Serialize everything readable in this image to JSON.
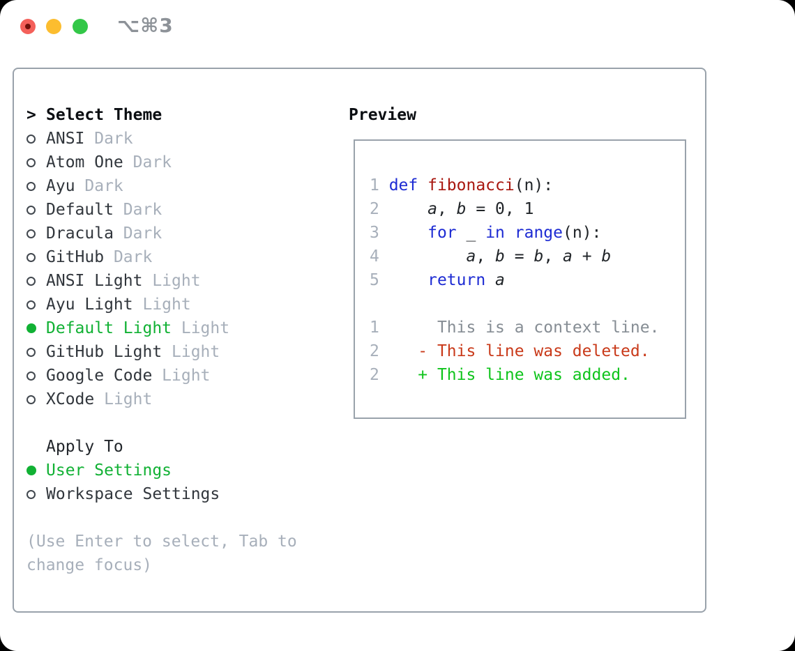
{
  "window": {
    "titlebar": {
      "shortcut_label": "⌥⌘3"
    }
  },
  "theme_list": {
    "header_marker": ">",
    "header": "Select Theme",
    "items": [
      {
        "name": "ANSI",
        "variant": "Dark",
        "selected": false
      },
      {
        "name": "Atom One",
        "variant": "Dark",
        "selected": false
      },
      {
        "name": "Ayu",
        "variant": "Dark",
        "selected": false
      },
      {
        "name": "Default",
        "variant": "Dark",
        "selected": false
      },
      {
        "name": "Dracula",
        "variant": "Dark",
        "selected": false
      },
      {
        "name": "GitHub",
        "variant": "Dark",
        "selected": false
      },
      {
        "name": "ANSI Light",
        "variant": "Light",
        "selected": false
      },
      {
        "name": "Ayu Light",
        "variant": "Light",
        "selected": false
      },
      {
        "name": "Default Light",
        "variant": "Light",
        "selected": true
      },
      {
        "name": "GitHub Light",
        "variant": "Light",
        "selected": false
      },
      {
        "name": "Google Code",
        "variant": "Light",
        "selected": false
      },
      {
        "name": "XCode",
        "variant": "Light",
        "selected": false
      }
    ]
  },
  "apply_to": {
    "header": "Apply To",
    "options": [
      {
        "label": "User Settings",
        "selected": true
      },
      {
        "label": "Workspace Settings",
        "selected": false
      }
    ]
  },
  "hint": "(Use Enter to select, Tab to change focus)",
  "preview": {
    "title": "Preview",
    "lines": [
      [
        [
          "1 ",
          "num"
        ],
        [
          "def ",
          "kw"
        ],
        [
          "fibonacci",
          "fn"
        ],
        [
          "(n):",
          "pl"
        ]
      ],
      [
        [
          "2 ",
          "num"
        ],
        [
          "    ",
          "pl"
        ],
        [
          "a",
          "var"
        ],
        [
          ", ",
          "pl"
        ],
        [
          "b",
          "var"
        ],
        [
          " = 0, 1",
          "pl"
        ]
      ],
      [
        [
          "3 ",
          "num"
        ],
        [
          "    ",
          "pl"
        ],
        [
          "for",
          "kw"
        ],
        [
          " _ ",
          "pl"
        ],
        [
          "in",
          "kw"
        ],
        [
          " ",
          "pl"
        ],
        [
          "range",
          "kw"
        ],
        [
          "(n):",
          "pl"
        ]
      ],
      [
        [
          "4 ",
          "num"
        ],
        [
          "        ",
          "pl"
        ],
        [
          "a",
          "var"
        ],
        [
          ", ",
          "pl"
        ],
        [
          "b",
          "var"
        ],
        [
          " = ",
          "pl"
        ],
        [
          "b",
          "var"
        ],
        [
          ", ",
          "pl"
        ],
        [
          "a",
          "var"
        ],
        [
          " + ",
          "pl"
        ],
        [
          "b",
          "var"
        ]
      ],
      [
        [
          "5 ",
          "num"
        ],
        [
          "    ",
          "pl"
        ],
        [
          "return",
          "kw"
        ],
        [
          " ",
          "pl"
        ],
        [
          "a",
          "var"
        ]
      ],
      [],
      [
        [
          "1",
          "num"
        ],
        [
          "      ",
          "pl"
        ],
        [
          "This is a context line.",
          "ctx"
        ]
      ],
      [
        [
          "2",
          "num"
        ],
        [
          "    ",
          "pl"
        ],
        [
          "- This line was deleted.",
          "del"
        ]
      ],
      [
        [
          "2",
          "num"
        ],
        [
          "    ",
          "pl"
        ],
        [
          "+ This line was added.",
          "add"
        ]
      ]
    ]
  },
  "colors": {
    "selection_green": "#11b134",
    "keyword_blue": "#1d2bd3",
    "function_red": "#a8170f",
    "diff_deleted_red": "#c93a1a",
    "diff_added_green": "#0fc41c",
    "muted_gray": "#a7afba",
    "panel_border": "#99a2ab",
    "traffic_red": "#f4605a",
    "traffic_yellow": "#fcbd2f",
    "traffic_green": "#33c748"
  }
}
